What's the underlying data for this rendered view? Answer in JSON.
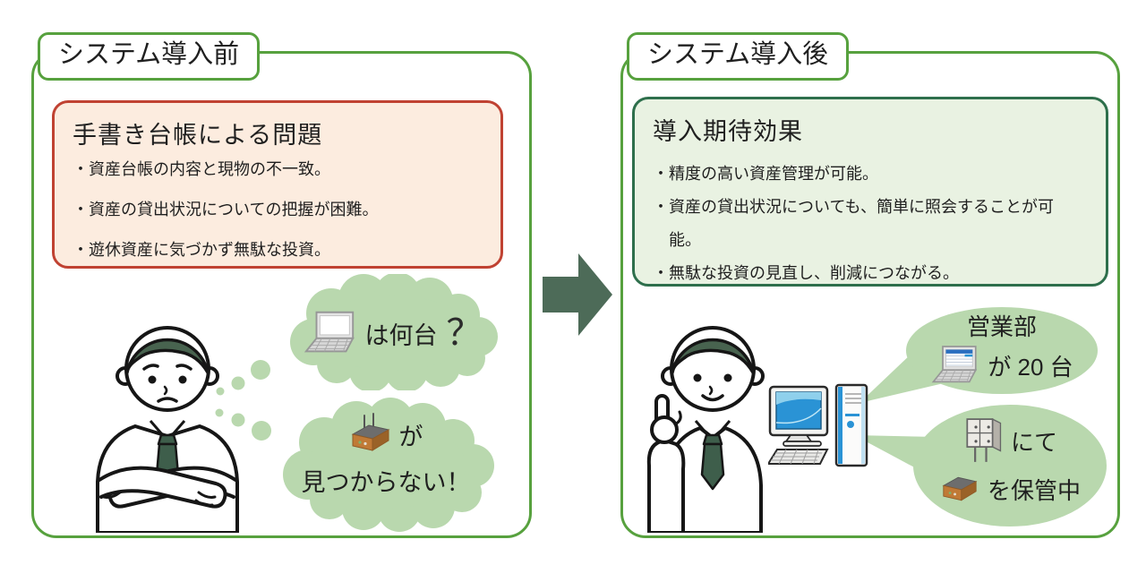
{
  "colors": {
    "panel_border": "#57a13e",
    "problem_border": "#c04232",
    "problem_bg": "#fcecdf",
    "effect_border": "#2e6f4c",
    "effect_bg": "#e9f2e2",
    "bubble_green": "#b9d8ae",
    "arrow_green": "#4d6b58",
    "hair_tie_green": "#48634f",
    "screen_blue": "#2a93d5"
  },
  "left_panel": {
    "title": "システム導入前",
    "problem_box": {
      "title": "手書き台帳による問題",
      "bullets": [
        "・資産台帳の内容と現物の不一致。",
        "・資産の貸出状況についての把握が困難。",
        "・遊休資産に気づかず無駄な投資。"
      ]
    },
    "thought_bubble_pc": {
      "text": "は何台",
      "mark": "？"
    },
    "thought_bubble_missing": {
      "particle": "が",
      "text": "見つからない！"
    }
  },
  "right_panel": {
    "title": "システム導入後",
    "effect_box": {
      "title": "導入期待効果",
      "bullets": [
        "・精度の高い資産管理が可能。",
        "・資産の貸出状況についても、簡単に照会することが可能。",
        "・無駄な投資の見直し、削減につながる。"
      ]
    },
    "speech_bubble_sales": {
      "department": "営業部",
      "count": "が 20 台"
    },
    "speech_bubble_storage": {
      "cabinet_label": "にて",
      "device_label": "を保管中"
    }
  },
  "icons": {
    "laptop": "laptop-icon",
    "spreadsheet_laptop": "laptop-spreadsheet-icon",
    "router": "router-icon",
    "cabinet": "storage-cabinet-icon",
    "desktop": "desktop-computer-icon",
    "arrow": "block-arrow-right-icon"
  }
}
